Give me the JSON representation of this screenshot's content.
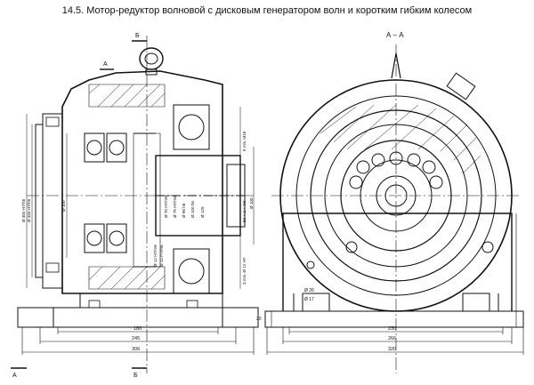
{
  "title": "14.5. Мотор-редуктор волновой с дисковым генератором волн и коротким гибким колесом",
  "section_marks": {
    "a_left_top": "А",
    "b_top": "Б",
    "a_bottom_left": "А",
    "b_bottom": "Б",
    "section_view": "А – А"
  },
  "left_view_dims": {
    "base_inner": "180",
    "base_mid": "245",
    "base_outer": "306"
  },
  "right_view_dims": {
    "base_inner": "230",
    "base_mid": "266",
    "base_outer": "320"
  },
  "vertical_dims": {
    "d1": "Ø 300 H7/h8",
    "d2": "Ø 330 H7/h8",
    "d3": "Ø 100",
    "d4": "Ø 90 h6",
    "d5": "Ø 100 h6",
    "d6": "Ø 70 H7/m6",
    "d7": "Ø 75 H7/m6",
    "d8": "Ø 12 P7/m6",
    "d9": "Ø 12 H7/m6",
    "d10": "Ø 100",
    "d11": "Ø 125",
    "spline": "50 × 2 × 7H",
    "d12": "8 отв. М16",
    "d13": "3 отв. Ø 12 H7",
    "h_dim": "20"
  },
  "right_small": {
    "d_a": "Ø 26",
    "d_b": "Ø 17"
  }
}
